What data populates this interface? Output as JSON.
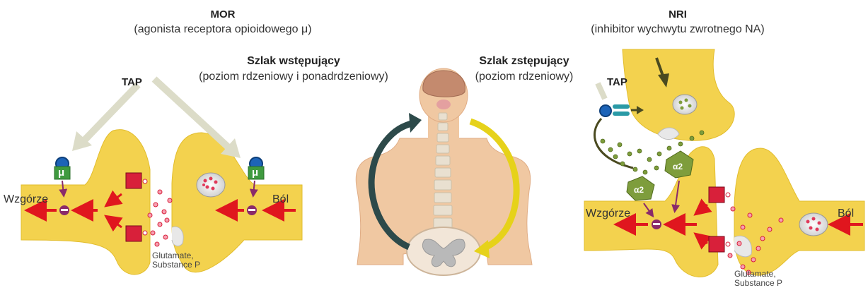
{
  "left": {
    "title": "MOR",
    "subtitle": "(agonista receptora opioidowego μ)",
    "tap": "TAP",
    "mu": "μ",
    "out_label": "Wzgórze",
    "in_label": "Ból",
    "glutamate": "Glutamate,",
    "substance": "Substance P"
  },
  "center": {
    "asc_title": "Szlak wstępujący",
    "asc_sub": "(poziom rdzeniowy i ponadrdzeniowy)",
    "desc_title": "Szlak zstępujący",
    "desc_sub": "(poziom rdzeniowy)"
  },
  "right": {
    "title": "NRI",
    "subtitle": "(inhibitor wychwytu zwrotnego NA)",
    "tap": "TAP",
    "alpha": "α2",
    "out_label": "Wzgórze",
    "in_label": "Ból",
    "glutamate": "Glutamate,",
    "substance": "Substance P"
  },
  "colors": {
    "neuron": "#f3d24e",
    "neuron_edge": "#e2bd2e",
    "arrow_red": "#e0161e",
    "receptor_red": "#d8203a",
    "mu_green": "#3f9a3f",
    "receptor_blue": "#1d64b8",
    "tap_arrow": "#dcdcc8",
    "asc_arrow": "#2d4a4a",
    "desc_arrow": "#e6d21a",
    "alpha_green": "#7e9d3c",
    "skin": "#f0c8a2"
  }
}
